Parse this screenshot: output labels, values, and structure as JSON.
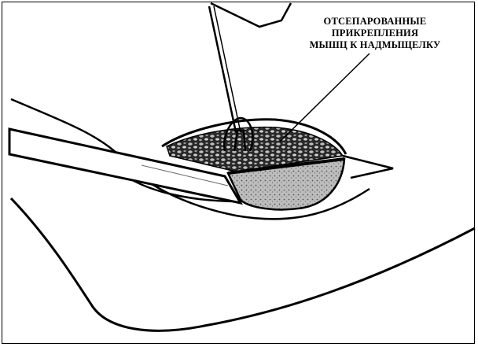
{
  "callout": {
    "lines": [
      "ОТСЕПАРОВАННЫЕ",
      "ПРИКРЕПЛЕНИЯ",
      "МЫШЦ К НАДМЫЩЕЛКУ"
    ]
  },
  "colors": {
    "ink": "#000000",
    "paper": "#ffffff",
    "shade": "#8a8a8a"
  }
}
